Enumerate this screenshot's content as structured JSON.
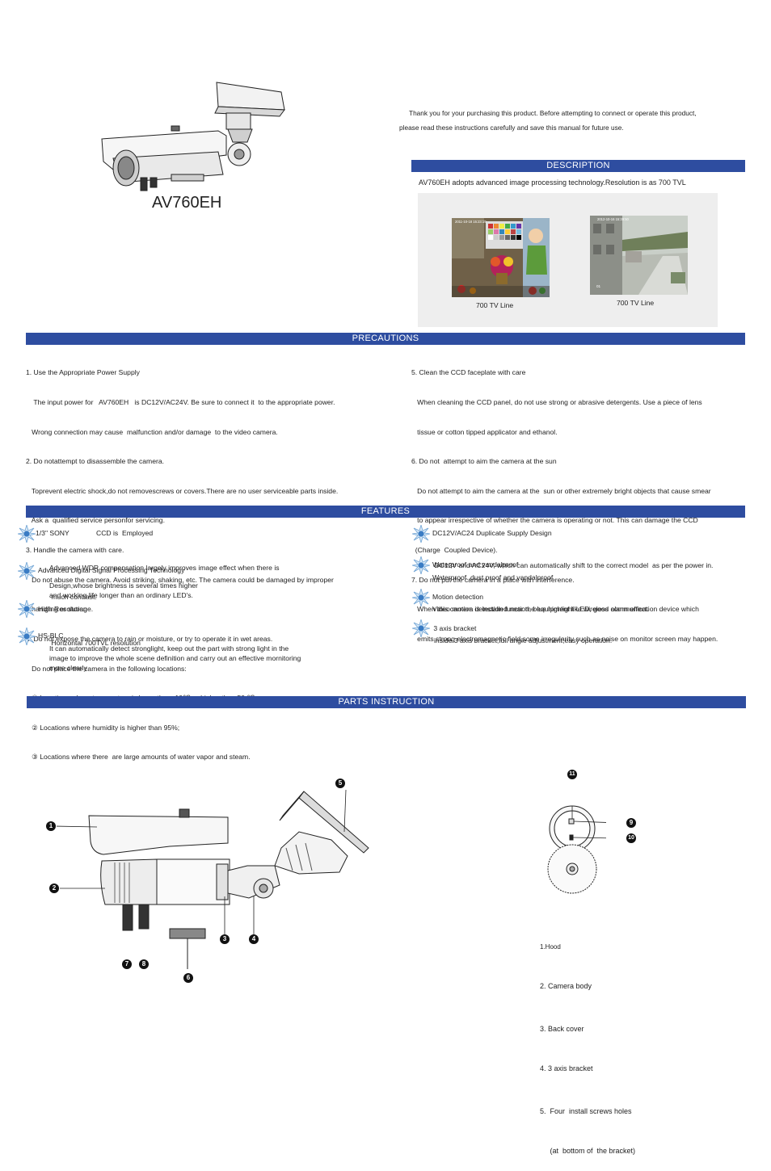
{
  "model_label": "AV760EH",
  "intro": {
    "line1": "Thank you for your purchasing this product. Before attempting to connect or operate this product,",
    "line2": "please read these instructions carefully and save this manual for future use."
  },
  "description": {
    "header": "DESCRIPTION",
    "text": "AV760EH adopts advanced  image processing technology.Resolution is as 700 TVL",
    "photos": [
      {
        "caption": "700 TV Line",
        "stamp": "2011-10-18 15:23:19"
      },
      {
        "caption": "700 TV Line",
        "stamp": "2012-10-16 15:39:50",
        "corner": "01"
      }
    ]
  },
  "precautions": {
    "header": "PRECAUTIONS",
    "left": [
      "1. Use the Appropriate Power Supply",
      "    The input power for   AV760EH   is DC12V/AC24V. Be sure to connect it  to the appropriate power.",
      "   Wrong connection may cause  malfunction and/or damage  to the video camera.",
      "2. Do notattempt to disassemble the camera.",
      "   Toprevent electric shock,do not removescrews or covers.There are no user serviceable parts inside.",
      "   Ask a  qualified service personfor servicing.",
      "3. Handle the camera with care.",
      "   Do not abuse the camera. Avoid striking, shaking, etc. The camera could be damaged by improper",
      "   handling or storage.",
      "4. Do not expose the camera to rain or moisture, or try to operate it in wet areas.",
      "   Do not place the camera in the following locations:",
      "   ① Locations where temperature is lower than -10℃ or higher than 50 ℃;",
      "   ② Locations where humidity is higher than 95%;",
      "   ③ Locations where there  are large amounts of water vapor and steam."
    ],
    "right": [
      "5. Clean the CCD faceplate with care",
      "   When cleaning the CCD panel, do not use strong or abrasive detergents. Use a piece of lens",
      "   tissue or cotton tipped applicator and ethanol.",
      "6. Do not  attempt to aim the camera at the sun",
      "   Do not attempt to aim the camera at the  sun or other extremely bright objects that cause smear",
      "   to appear irrespective of whether the camera is operating or not. This can damage the CCD",
      "  (Charge  Coupled Device).",
      "7. Do not put the camera in a place with interference.",
      "   When this camera is installed near the equipment like wireless communication device which",
      "   emits strong electromagnetic field,some irregularity such as noise on monitor screen may happen."
    ]
  },
  "features": {
    "header": "FEATURES",
    "left": [
      {
        "title": "1/3\" SONY              CCD is  Employed",
        "desc": [
          "Advanced WDR compensation largely improves image effect when there is",
          " much contrast."
        ]
      },
      {
        "title": "Advanced Digital Signal Processing Technology",
        "desc": [
          "Design,whose brightness is several times higher",
          "and working life longer than an ordinary LED's."
        ]
      },
      {
        "title": "High Resolution",
        "desc": [
          " Horizontal 700TVL resolution"
        ]
      },
      {
        "title": "HS-BLC",
        "desc": [
          "It can automatically detect stronglight, keep out  the part with strong light in the",
          "image to improve the whole scene definition and carry out an effective mornitoring",
          "more clearly"
        ]
      }
    ],
    "right": [
      {
        "title": "DC12V/AC24 Duplicate Supply Design",
        "desc": [
          " DC12V and AC24V, which can automatically shift to the correct model  as per the power in."
        ]
      },
      {
        "title": "Waterproof and vandalproof",
        "desc": [
          "Waterproof ,dust proof and  vandalproof"
        ]
      },
      {
        "title": "Motion detection",
        "desc": [
          "Video motion detection function, blue highlight LED, good alarm effect."
        ]
      },
      {
        "title": " 3 axis bracket",
        "desc": [
          "inside 3 axis bracket,full angle adjustment,easy operation."
        ]
      }
    ]
  },
  "parts": {
    "header": "PARTS INSTRUCTION",
    "callouts": [
      "1",
      "2",
      "3",
      "4",
      "5",
      "6",
      "7",
      "8",
      "9",
      "10",
      "11"
    ],
    "legend": [
      "1.Hood",
      "2. Camera body",
      "3. Back cover",
      "4. 3 axis bracket",
      "5.  Four  install screws holes",
      "     (at  bottom of  the bracket)"
    ]
  }
}
